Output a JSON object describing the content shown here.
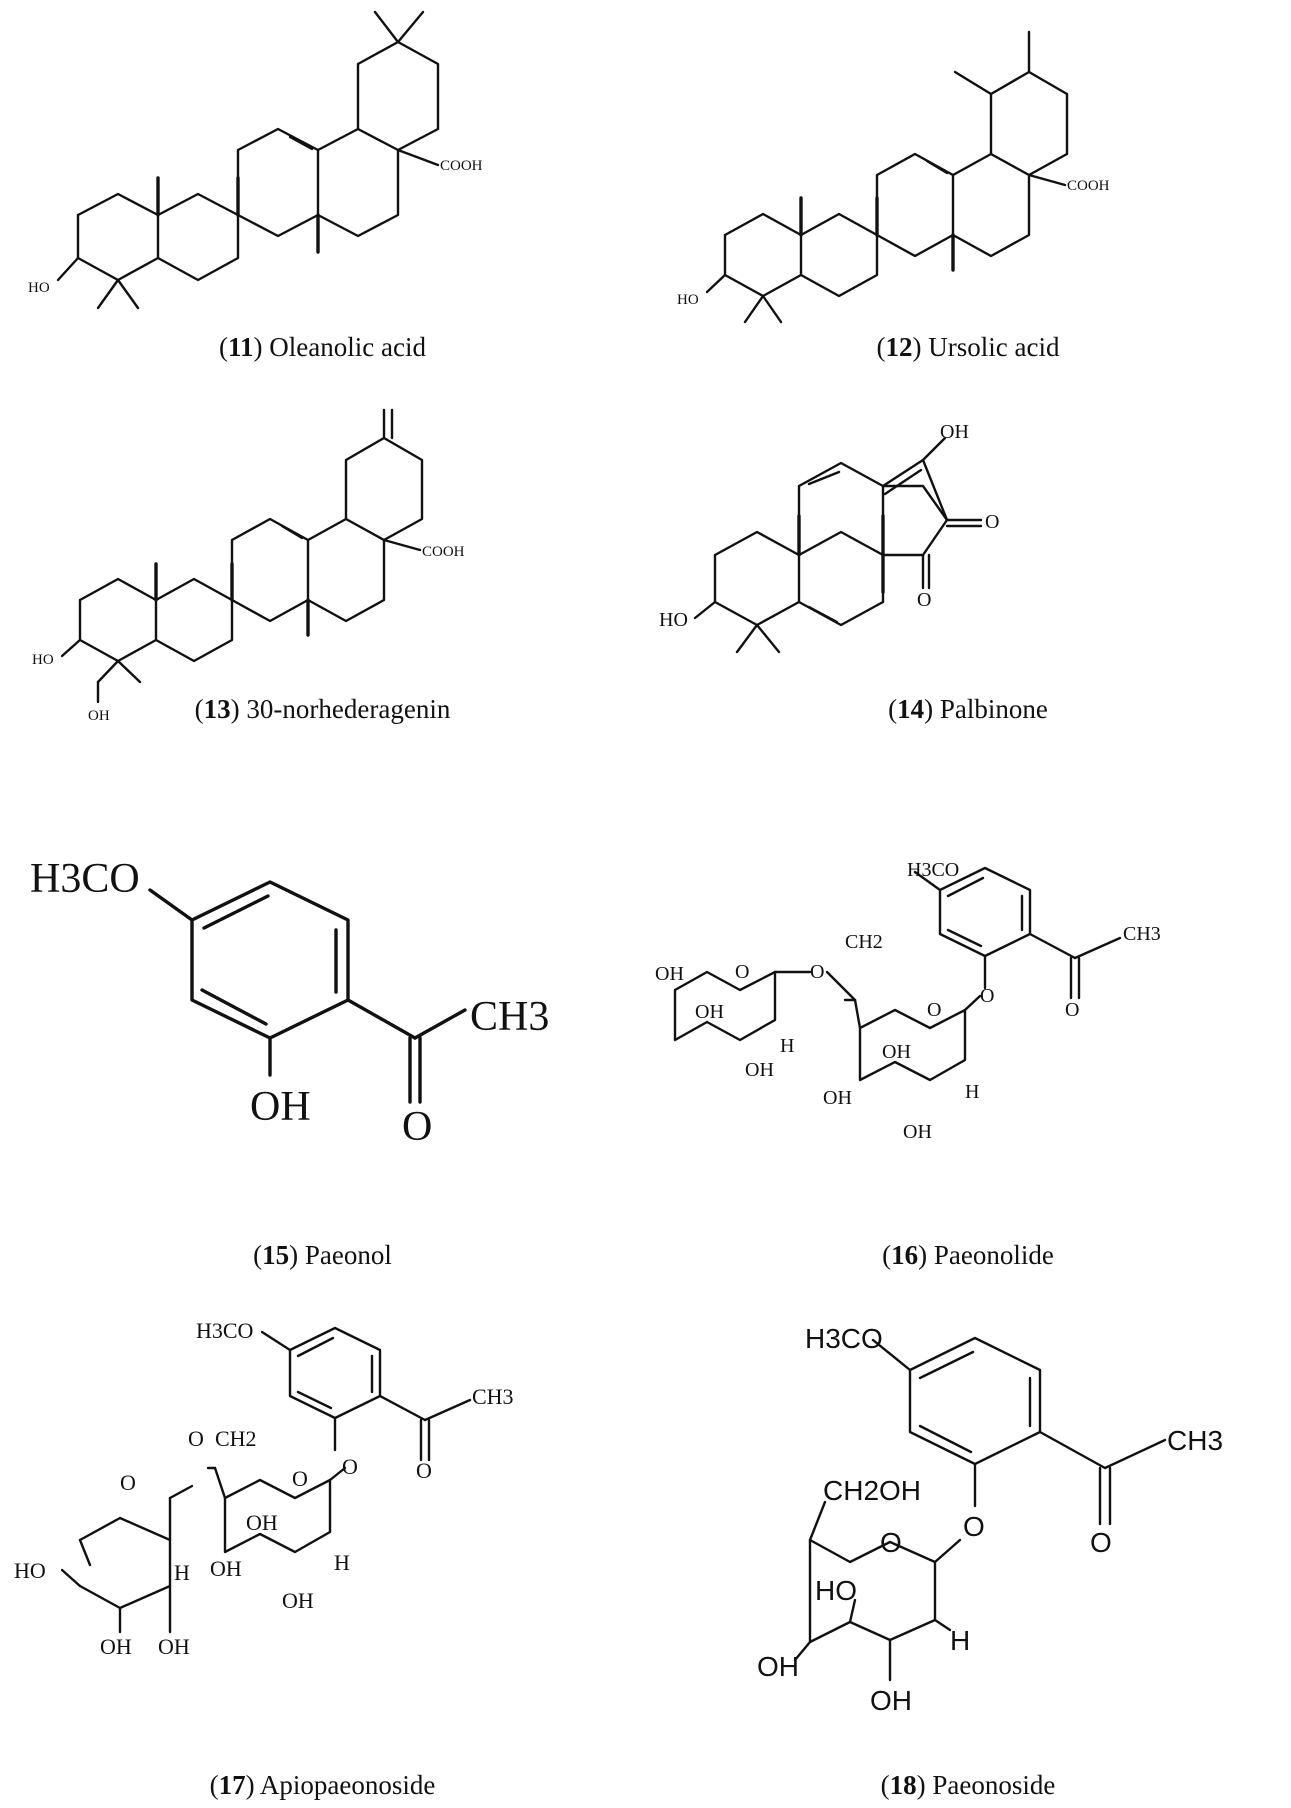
{
  "compounds": [
    {
      "number": "11",
      "name": "Oleanolic acid",
      "labels": {
        "acid": "COOH",
        "hydroxyl": "HO"
      }
    },
    {
      "number": "12",
      "name": "Ursolic acid",
      "labels": {
        "acid": "COOH",
        "hydroxyl": "HO"
      }
    },
    {
      "number": "13",
      "name": "30-norhederagenin",
      "labels": {
        "acid": "COOH",
        "hydroxyl": "HO",
        "hydroxyl2": "OH"
      }
    },
    {
      "number": "14",
      "name": "Palbinone",
      "labels": {
        "hydroxyl": "HO",
        "enol": "OH",
        "oxo1": "O",
        "oxo2": "O"
      }
    },
    {
      "number": "15",
      "name": "Paeonol",
      "labels": {
        "methoxy": "H3CO",
        "methyl": "CH3",
        "hydroxyl": "OH",
        "oxo": "O"
      }
    },
    {
      "number": "16",
      "name": "Paeonolide",
      "labels": {
        "methoxy": "H3CO",
        "methyl": "CH3",
        "oxo": "O",
        "ring_o1": "O",
        "ring_o2": "O",
        "link_o": "O",
        "glyco_o": "O",
        "ch2": "CH2",
        "oh1": "OH",
        "oh2": "OH",
        "oh3": "OH",
        "oh4": "OH",
        "oh5": "OH",
        "oh6": "OH",
        "h1": "H",
        "h2": "H"
      }
    },
    {
      "number": "17",
      "name": "Apiopaeonoside",
      "labels": {
        "methoxy": "H3CO",
        "methyl": "CH3",
        "oxo": "O",
        "ring_o1": "O",
        "ring_o2": "O",
        "link_o": "O",
        "glyco_o": "O",
        "ch2": "CH2",
        "ho": "HO",
        "oh1": "OH",
        "oh2": "OH",
        "oh3": "OH",
        "oh4": "OH",
        "oh5": "OH",
        "h1": "H",
        "h2": "H"
      }
    },
    {
      "number": "18",
      "name": "Paeonoside",
      "labels": {
        "methoxy": "H3CO",
        "methyl": "CH3",
        "oxo": "O",
        "ring_o": "O",
        "glyco_o": "O",
        "ch2oh": "CH2OH",
        "ho": "HO",
        "oh1": "OH",
        "oh2": "OH",
        "h": "H"
      }
    }
  ]
}
